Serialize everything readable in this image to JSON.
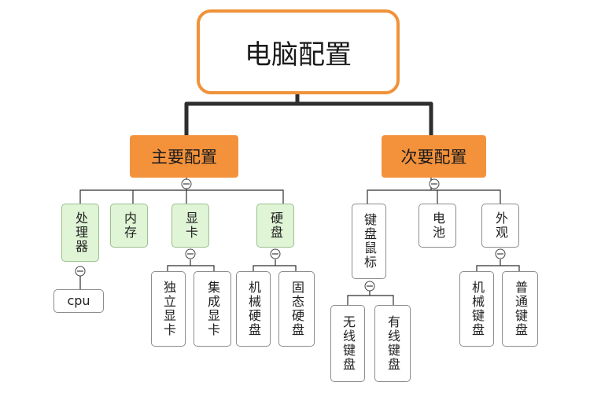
{
  "root": {
    "label": "电脑配置"
  },
  "main": {
    "label": "主要配置",
    "items": {
      "cpu_group": "处理器",
      "cpu": "cpu",
      "memory": "内存",
      "gpu": "显卡",
      "gpu_children": [
        "独立显卡",
        "集成显卡"
      ],
      "disk": "硬盘",
      "disk_children": [
        "机械硬盘",
        "固态硬盘"
      ]
    }
  },
  "secondary": {
    "label": "次要配置",
    "items": {
      "kbm": "键盘鼠标",
      "kbm_children": [
        "无线键盘",
        "有线键盘"
      ],
      "battery": "电池",
      "appearance": "外观",
      "appearance_children": [
        "机械键盘",
        "普通键盘"
      ]
    }
  },
  "colors": {
    "accent": "#f4923c",
    "highlight_fill": "#dff5d6",
    "connector": "#333333"
  }
}
